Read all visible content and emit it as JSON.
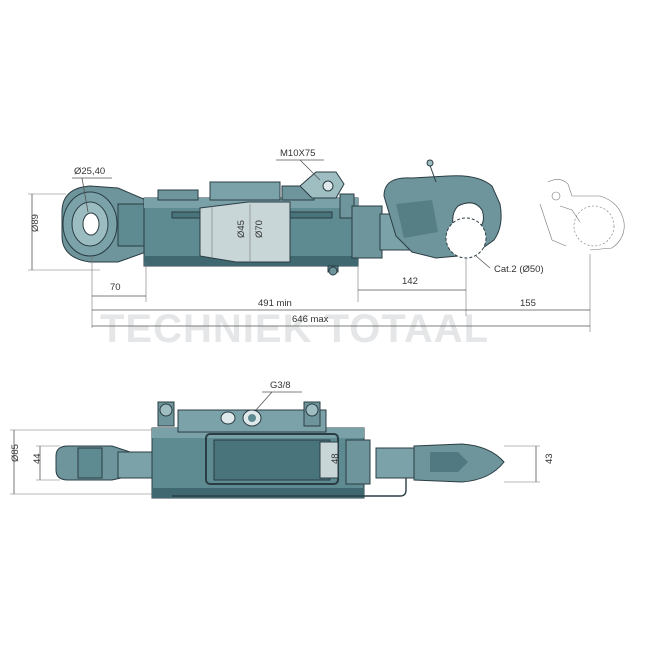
{
  "watermark": "TECHNIEK TOTAAL",
  "colors": {
    "body": "#5e8a91",
    "body_dark": "#3f6870",
    "body_light": "#8fb3b8",
    "cutaway": "#c9d6d8",
    "outline": "#2b3d44"
  },
  "top_view": {
    "dim_ball_bore": "Ø25,40",
    "dim_thread": "M10X75",
    "dim_height": "Ø89",
    "dim_piston": "Ø45",
    "dim_cylinder": "Ø70",
    "dim_eye_offset": "70",
    "dim_hook_offset": "142",
    "dim_hook_cat": "Cat.2 (Ø50)",
    "dim_min_length": "491 min",
    "dim_extra": "155",
    "dim_max_length": "646 max"
  },
  "bottom_view": {
    "dim_port": "G3/8",
    "dim_outer": "Ø85",
    "dim_eye_width": "44",
    "dim_body_width": "48",
    "dim_hook_width": "43"
  }
}
